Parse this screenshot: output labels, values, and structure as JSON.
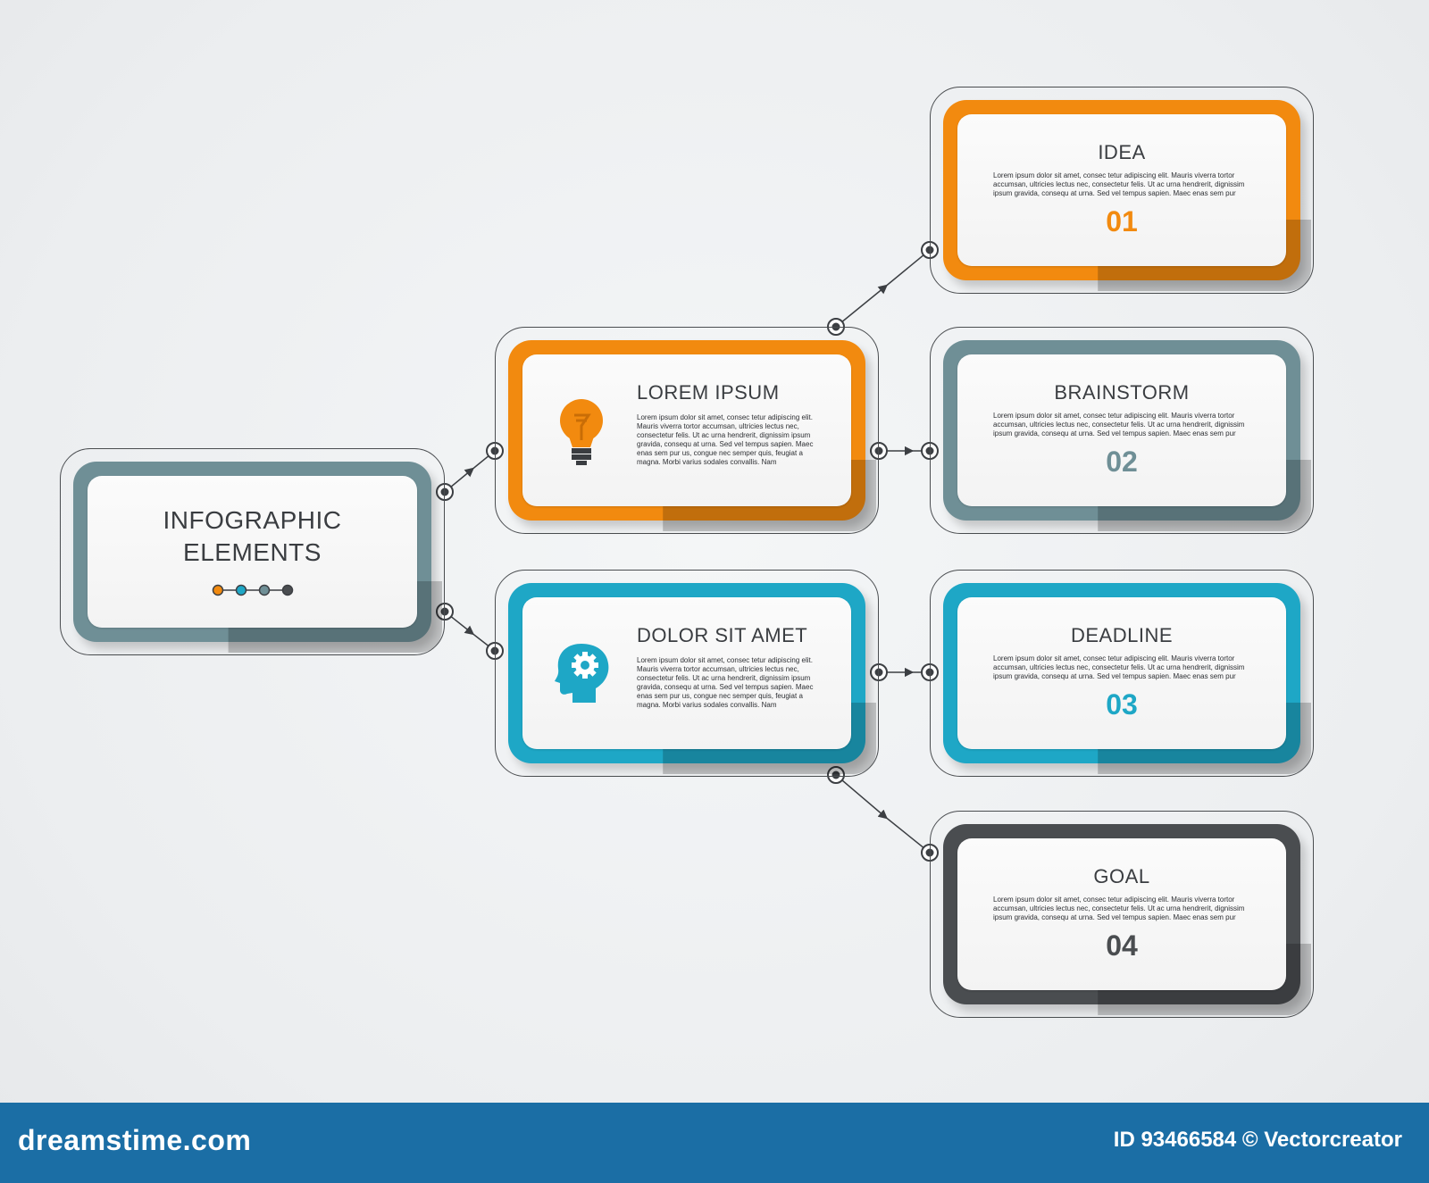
{
  "colors": {
    "orange": "#f28a0f",
    "teal_gray": "#6f8f96",
    "blue": "#1ea7c6",
    "dark_gray": "#4a4d50",
    "line": "#3c3f43",
    "footer": "#1b6ea5"
  },
  "root": {
    "line1": "INFOGRAPHIC",
    "line2": "ELEMENTS"
  },
  "branches": [
    {
      "title": "LOREM IPSUM",
      "icon": "lightbulb-icon",
      "text": "Lorem ipsum dolor sit amet, consec tetur adipiscing elit. Mauris viverra tortor accumsan, ultricies lectus nec, consectetur felis. Ut ac urna hendrerit, dignissim ipsum gravida, consequ at urna. Sed vel tempus sapien. Maec enas sem pur us, congue nec semper quis, feugiat a magna. Morbi varius sodales convallis. Nam"
    },
    {
      "title": "DOLOR SIT AMET",
      "icon": "head-gear-icon",
      "text": "Lorem ipsum dolor sit amet, consec tetur adipiscing elit. Mauris viverra tortor accumsan, ultricies lectus nec, consectetur felis. Ut ac urna hendrerit, dignissim ipsum gravida, consequ at urna. Sed vel tempus sapien. Maec enas sem pur us, congue nec semper quis, feugiat a magna. Morbi varius sodales convallis. Nam"
    }
  ],
  "steps": [
    {
      "title": "IDEA",
      "number": "01",
      "text": "Lorem ipsum dolor sit amet, consec tetur adipiscing elit. Mauris viverra tortor accumsan, ultricies lectus nec, consectetur felis. Ut ac urna hendrerit, dignissim ipsum gravida, consequ at urna. Sed vel tempus sapien. Maec enas sem pur"
    },
    {
      "title": "BRAINSTORM",
      "number": "02",
      "text": "Lorem ipsum dolor sit amet, consec tetur adipiscing elit. Mauris viverra tortor accumsan, ultricies lectus nec, consectetur felis. Ut ac urna hendrerit, dignissim ipsum gravida, consequ at urna. Sed vel tempus sapien. Maec enas sem pur"
    },
    {
      "title": "DEADLINE",
      "number": "03",
      "text": "Lorem ipsum dolor sit amet, consec tetur adipiscing elit. Mauris viverra tortor accumsan, ultricies lectus nec, consectetur felis. Ut ac urna hendrerit, dignissim ipsum gravida, consequ at urna. Sed vel tempus sapien. Maec enas sem pur"
    },
    {
      "title": "GOAL",
      "number": "04",
      "text": "Lorem ipsum dolor sit amet, consec tetur adipiscing elit. Mauris viverra tortor accumsan, ultricies lectus nec, consectetur felis. Ut ac urna hendrerit, dignissim ipsum gravida, consequ at urna. Sed vel tempus sapien. Maec enas sem pur"
    }
  ],
  "footer": {
    "brand": "dreamstime.com",
    "credit": "ID 93466584 © Vectorcreator"
  }
}
